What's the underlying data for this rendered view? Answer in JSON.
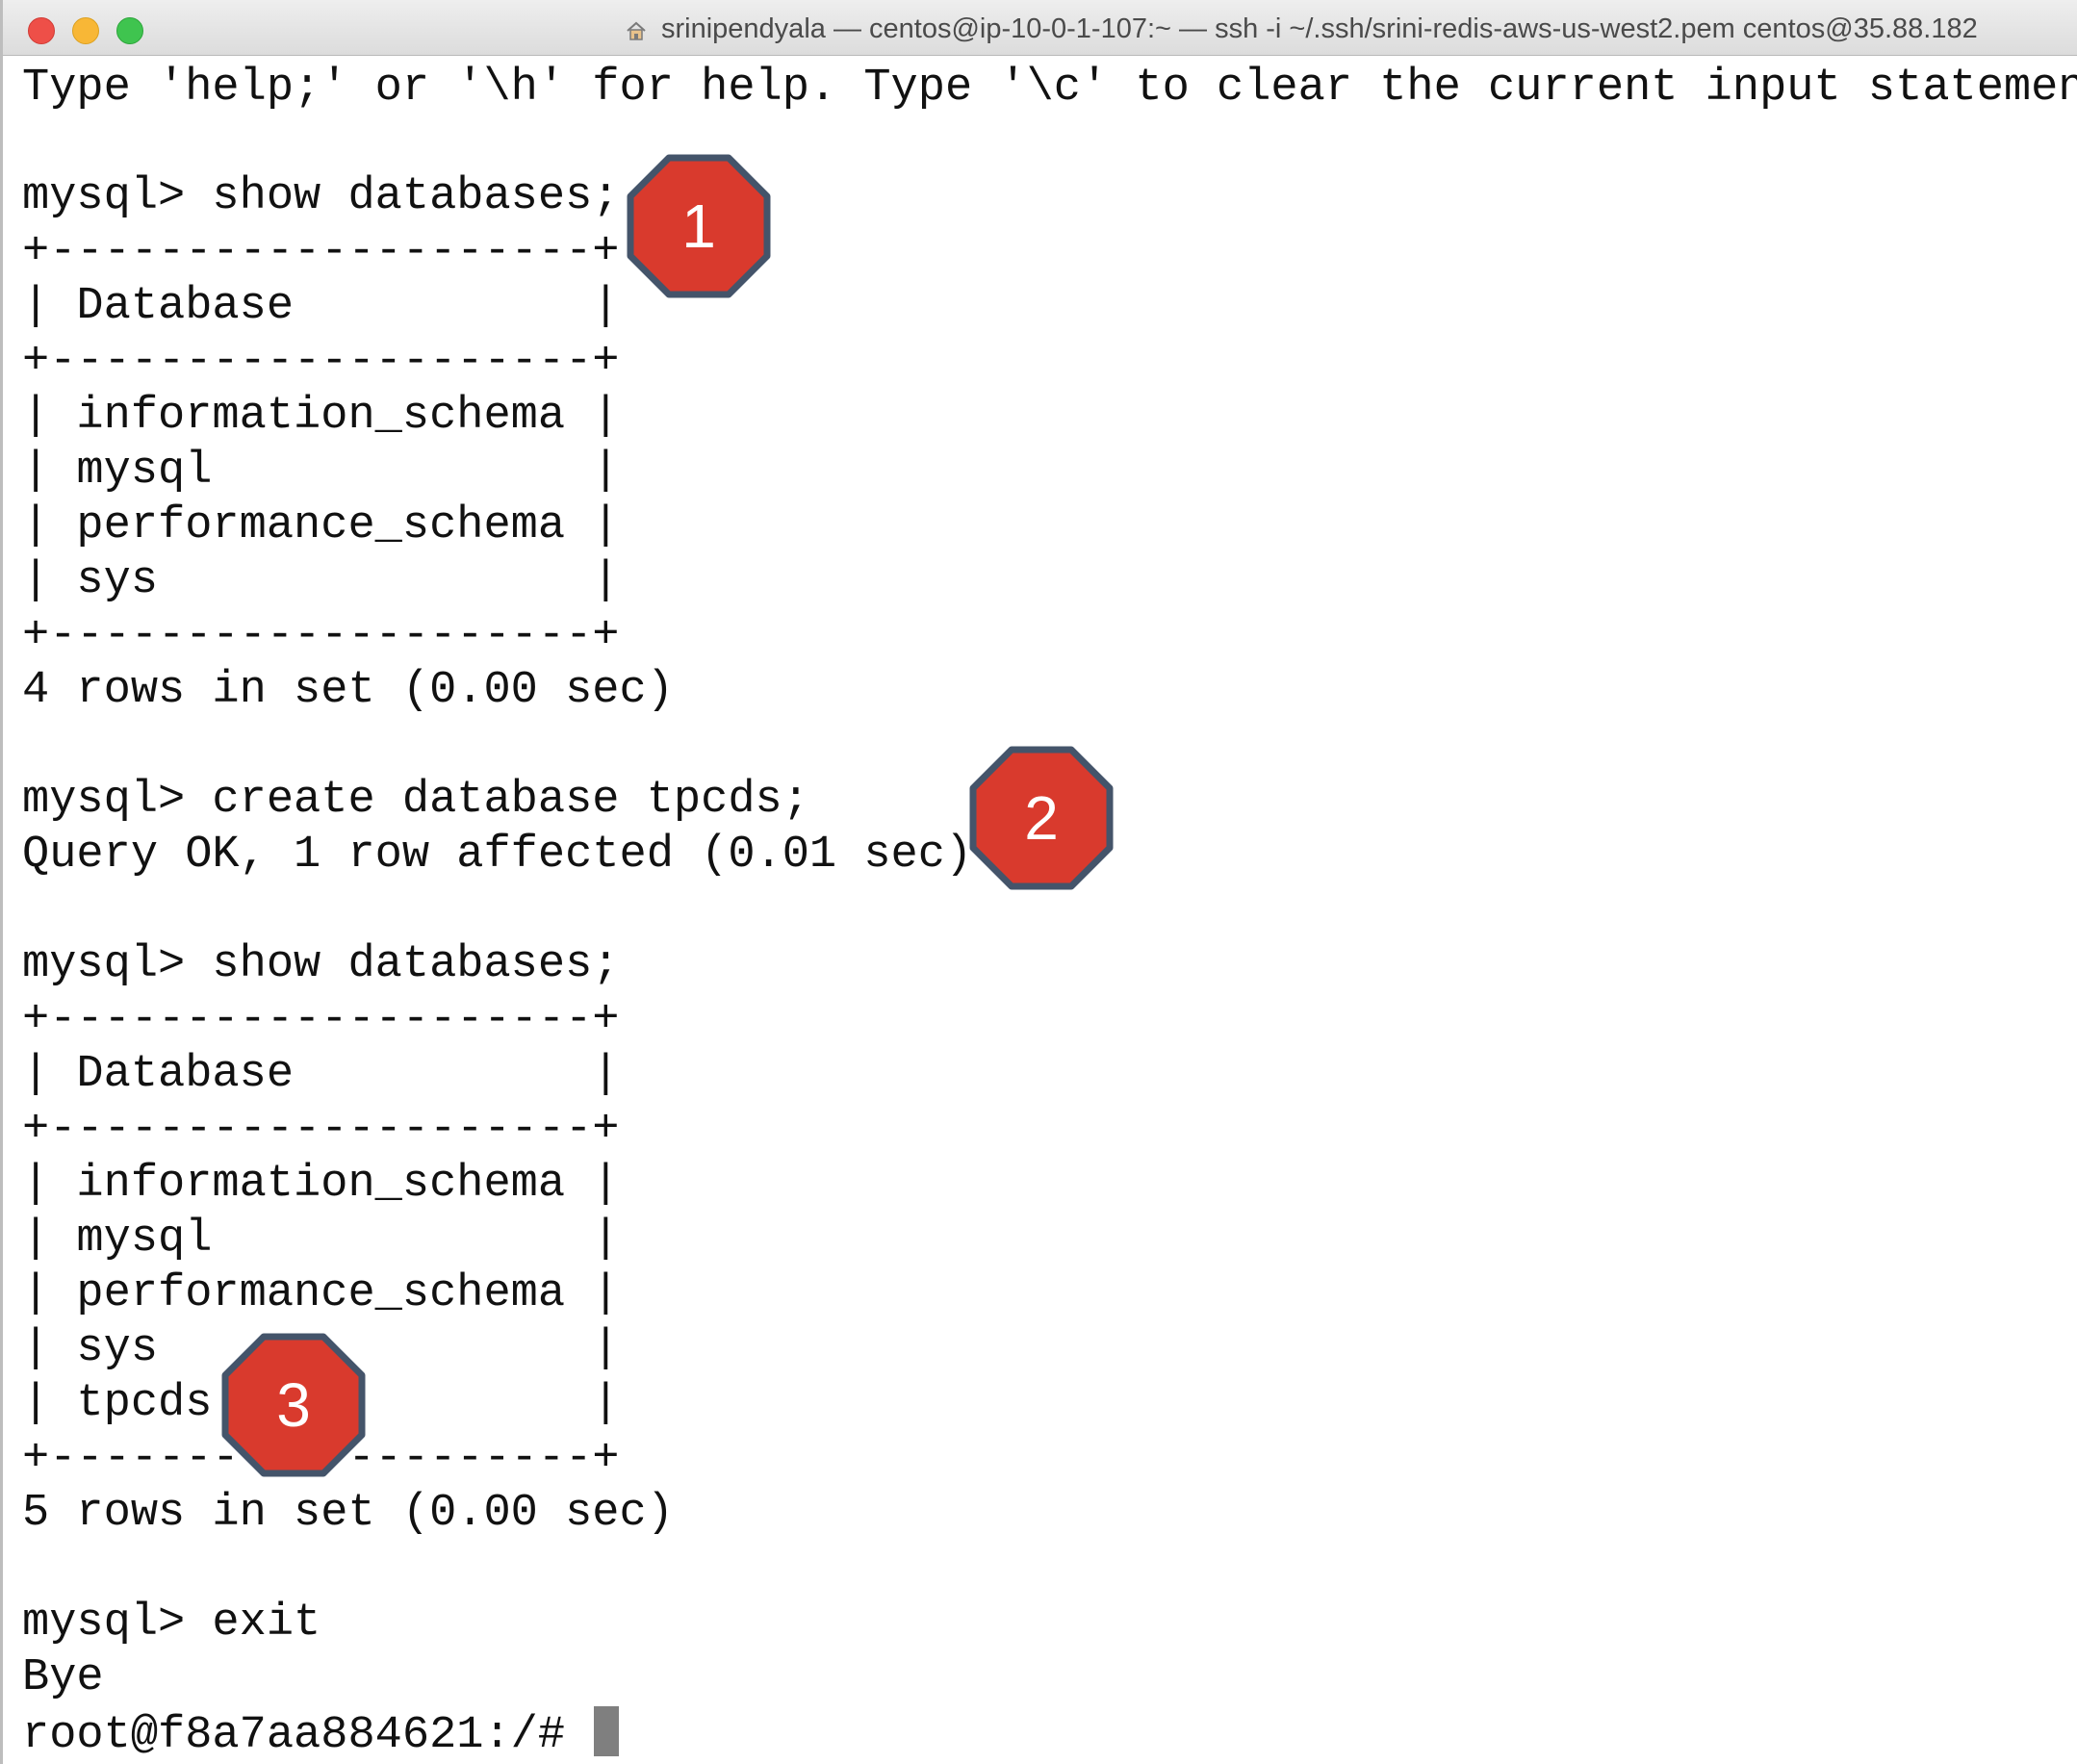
{
  "window": {
    "title": "srinipendyala — centos@ip-10-0-1-107:~ — ssh -i ~/.ssh/srini-redis-aws-us-west2.pem centos@35.88.182",
    "title_icon": "home-icon"
  },
  "terminal": {
    "lines": [
      "Type 'help;' or '\\h' for help. Type '\\c' to clear the current input statement.",
      "",
      "mysql> show databases;",
      "+--------------------+",
      "| Database           |",
      "+--------------------+",
      "| information_schema |",
      "| mysql              |",
      "| performance_schema |",
      "| sys                |",
      "+--------------------+",
      "4 rows in set (0.00 sec)",
      "",
      "mysql> create database tpcds;",
      "Query OK, 1 row affected (0.01 sec)",
      "",
      "mysql> show databases;",
      "+--------------------+",
      "| Database           |",
      "+--------------------+",
      "| information_schema |",
      "| mysql              |",
      "| performance_schema |",
      "| sys                |",
      "| tpcds              |",
      "+--------------------+",
      "5 rows in set (0.00 sec)",
      "",
      "mysql> exit",
      "Bye",
      "root@f8a7aa884621:/# "
    ]
  },
  "annotations": [
    {
      "label": "1"
    },
    {
      "label": "2"
    },
    {
      "label": "3"
    }
  ],
  "colors": {
    "badge_fill": "#d93a2d",
    "badge_border": "#44546a",
    "text": "#111111",
    "cursor": "#7f7f7f"
  }
}
